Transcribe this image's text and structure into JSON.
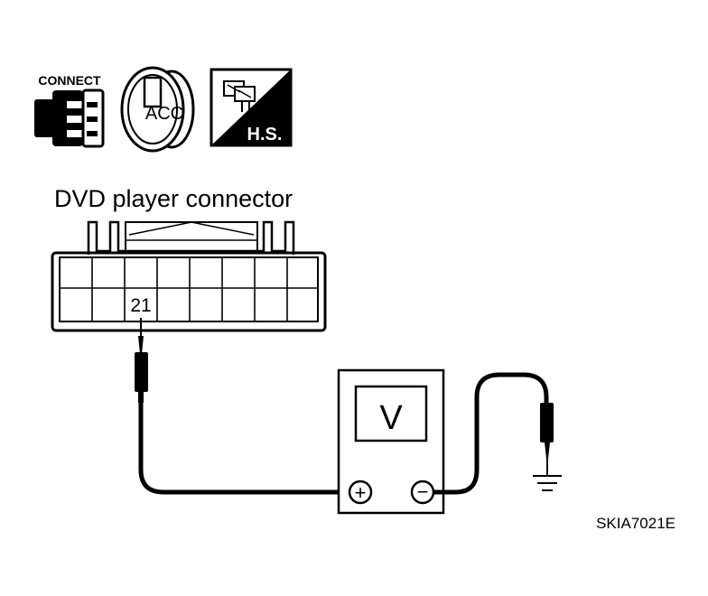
{
  "icons": {
    "connect_label": "CONNECT",
    "ignition_label": "ACC",
    "harness_label": "H.S."
  },
  "connector": {
    "title": "DVD player connector",
    "pin_number": "21"
  },
  "meter": {
    "display": "V",
    "positive_symbol": "+",
    "negative_symbol": "−"
  },
  "figure_code": "SKIA7021E",
  "colors": {
    "line": "#000000",
    "background": "#ffffff"
  }
}
